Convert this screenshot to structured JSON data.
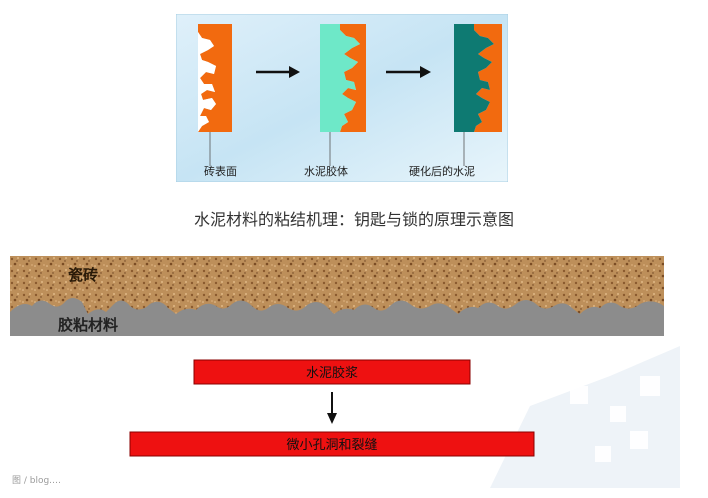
{
  "figure1": {
    "labels": {
      "tile_surface": "砖表面",
      "cement_paste": "水泥胶体",
      "hardened_cement": "硬化后的水泥"
    },
    "colors": {
      "tile_orange": "#f26a0f",
      "paste_mint": "#6ee8c8",
      "hardened_teal": "#0e7a72",
      "background": "#c9e6f5"
    }
  },
  "caption": "水泥材料的粘结机理：钥匙与锁的原理示意图",
  "figure2": {
    "labels": {
      "tile": "瓷砖",
      "adhesive": "胶粘材料",
      "cement_slurry": "水泥胶浆",
      "pores_cracks": "微小孔洞和裂缝"
    },
    "colors": {
      "tile_brown": "#b98a55",
      "adhesive_gray": "#8a8a8a",
      "red_bar": "#ee1111"
    }
  },
  "watermark": "图 / blog.…"
}
